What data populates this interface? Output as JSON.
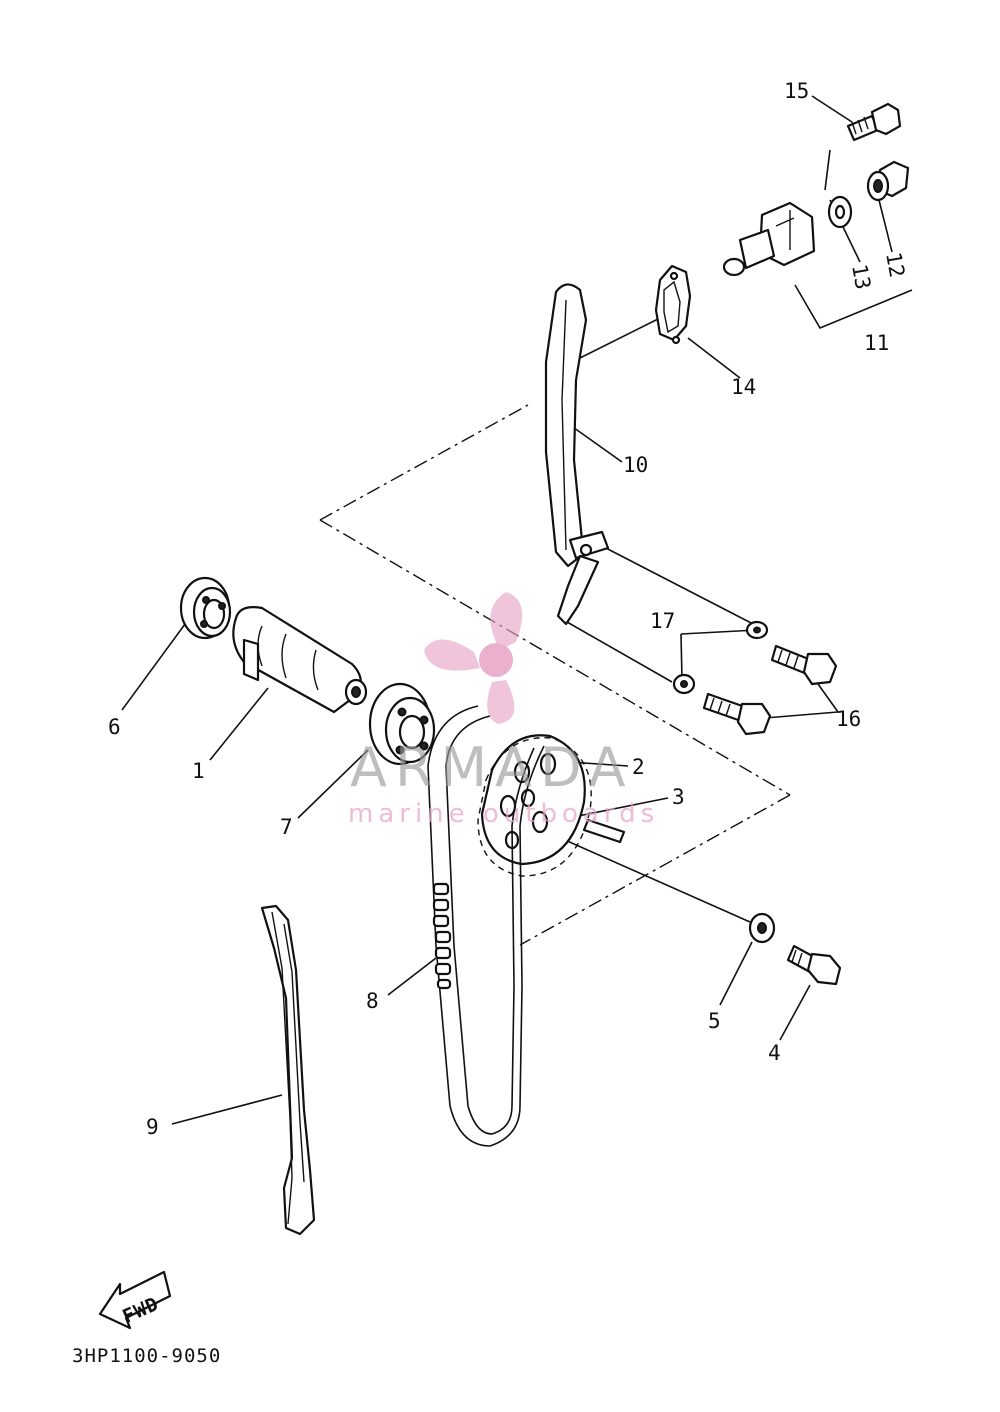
{
  "diagram": {
    "drawing_number": "3HP1100-9050",
    "fwd_label": "FWD",
    "callouts": [
      {
        "id": "1",
        "text": "1"
      },
      {
        "id": "2",
        "text": "2"
      },
      {
        "id": "3",
        "text": "3"
      },
      {
        "id": "4",
        "text": "4"
      },
      {
        "id": "5",
        "text": "5"
      },
      {
        "id": "6",
        "text": "6"
      },
      {
        "id": "7",
        "text": "7"
      },
      {
        "id": "8",
        "text": "8"
      },
      {
        "id": "9",
        "text": "9"
      },
      {
        "id": "10",
        "text": "10"
      },
      {
        "id": "11",
        "text": "11"
      },
      {
        "id": "12",
        "text": "12"
      },
      {
        "id": "13",
        "text": "13"
      },
      {
        "id": "14",
        "text": "14"
      },
      {
        "id": "15",
        "text": "15"
      },
      {
        "id": "16",
        "text": "16"
      },
      {
        "id": "17",
        "text": "17"
      }
    ]
  },
  "watermark": {
    "brand": "ARMADA",
    "tagline": "marine outboards",
    "color": "#e8a3c6",
    "text_color": "#9a9a9a"
  }
}
